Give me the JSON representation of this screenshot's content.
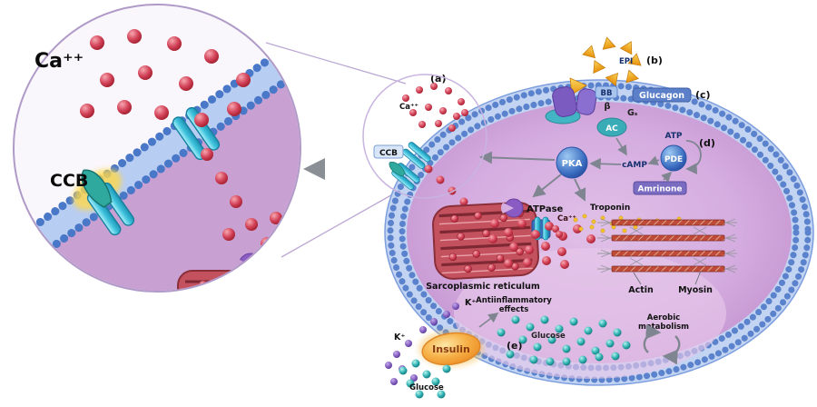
{
  "inset": {
    "ca": "Ca⁺⁺",
    "ccb": "CCB"
  },
  "markers": {
    "a": "(a)",
    "b": "(b)",
    "c": "(c)",
    "d": "(d)",
    "e": "(e)"
  },
  "cell": {
    "ca_small": "Ca⁺⁺",
    "ccb": "CCB",
    "epi": "EPI",
    "bb": "BB",
    "beta": "β",
    "glucagon": "Glucagon",
    "gs": "Gₛ",
    "ac": "AC",
    "atp": "ATP",
    "pde": "PDE",
    "camp": "cAMP",
    "pka": "PKA",
    "amrinone": "Amrinone",
    "atpase": "ATPase",
    "ca_troponin": "Ca⁺⁺",
    "troponin": "Troponin",
    "sr": "Sarcoplasmic reticulum",
    "actin": "Actin",
    "myosin": "Myosin",
    "k_in": "K⁺",
    "anti1": "Antiinflammatory",
    "anti2": "effects",
    "insulin": "Insulin",
    "k_out": "K⁺",
    "glucose_out": "Glucose",
    "glucose_in": "Glucose",
    "aerobic1": "Aerobic",
    "aerobic2": "metabolism"
  },
  "colors": {
    "calcium_red": "#d4445a",
    "glucose_teal": "#2aa8a8",
    "potassium_purple": "#8a64c4",
    "epi_yellow": "#f0a828",
    "membrane_blue": "#5b82cc",
    "cell_interior": "#cfa3d8",
    "channel_cyan": "#3ec2dc",
    "enzyme_blue": "#3a6cc0",
    "sr_red": "#c4525e",
    "insulin_orange": "#f09838"
  }
}
